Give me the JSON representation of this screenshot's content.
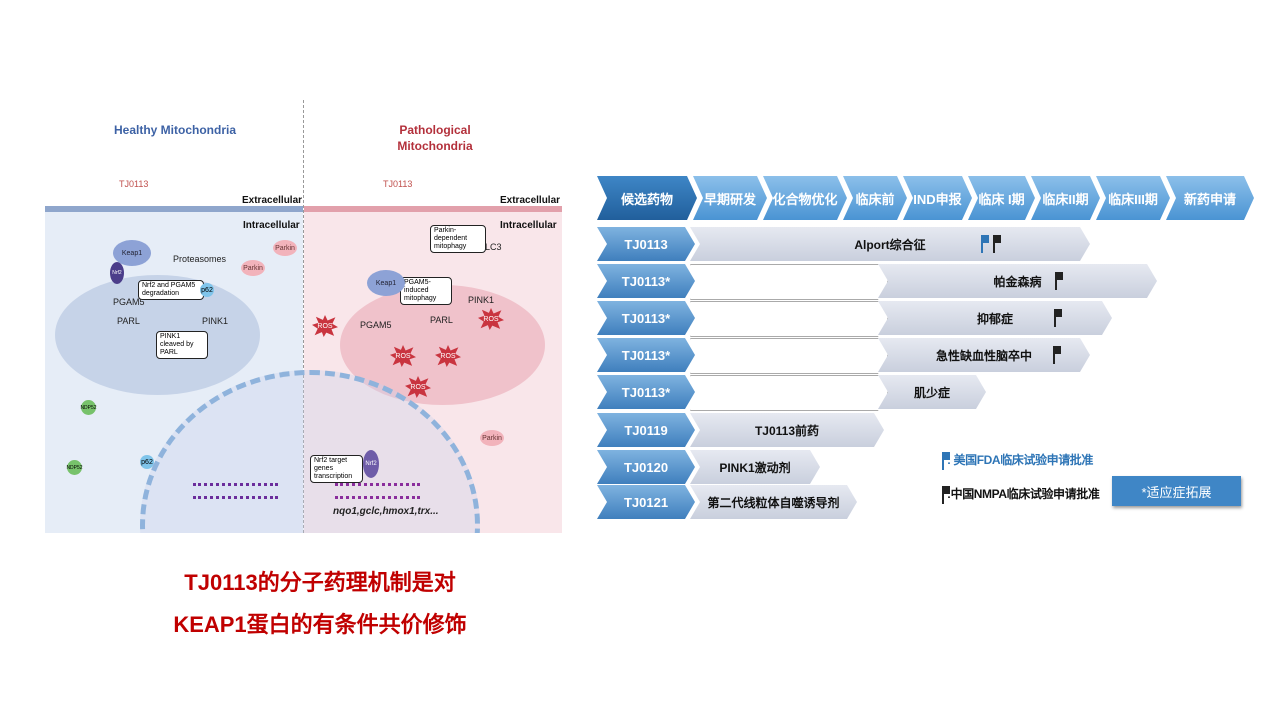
{
  "diagram": {
    "healthy_title": "Healthy Mitochondria",
    "pathological_title": "Pathological Mitochondria",
    "drug": "TJ0113",
    "extracellular": "Extracellular",
    "intracellular": "Intracellular",
    "keap1": "Keap1",
    "nrf2": "Nrf2",
    "pgam5": "PGAM5",
    "parl": "PARL",
    "pink1": "PINK1",
    "proteasomes": "Proteasomes",
    "parkin": "Parkin",
    "p62": "p62",
    "ndp52": "NDP52",
    "ros": "ROS",
    "lc3": "LC3",
    "box_degradation": "Nrf2 and PGAM5 degradation",
    "box_cleaved": "PINK1 cleaved by PARL",
    "box_parkin": "Parkin-dependent mitophagy",
    "box_pgam5": "PGAM5-induced mitophagy",
    "box_transcription": "Nrf2 target genes transcription",
    "genes": "nqo1,gclc,hmox1,trx..."
  },
  "caption": {
    "line1": "TJ0113的分子药理机制是对",
    "line2": "KEAP1蛋白的有条件共价修饰"
  },
  "pipeline": {
    "stages": [
      "候选药物",
      "早期研发",
      "化合物优化",
      "临床前",
      "IND申报",
      "临床 I期",
      "临床II期",
      "临床III期",
      "新药申请"
    ],
    "rows": [
      {
        "drug": "TJ0113",
        "indication": "Alport综合征",
        "flags": [
          "fda",
          "nmpa"
        ]
      },
      {
        "drug": "TJ0113*",
        "indication": "帕金森病",
        "flags": [
          "nmpa"
        ]
      },
      {
        "drug": "TJ0113*",
        "indication": "抑郁症",
        "flags": [
          "nmpa"
        ]
      },
      {
        "drug": "TJ0113*",
        "indication": "急性缺血性脑卒中",
        "flags": [
          "nmpa"
        ]
      },
      {
        "drug": "TJ0113*",
        "indication": "肌少症",
        "flags": []
      },
      {
        "drug": "TJ0119",
        "indication": "TJ0113前药",
        "flags": []
      },
      {
        "drug": "TJ0120",
        "indication": "PINK1激动剂",
        "flags": []
      },
      {
        "drug": "TJ0121",
        "indication": "第二代线粒体自噬诱导剂",
        "flags": []
      }
    ],
    "legend_fda": ": 美国FDA临床试验申请批准",
    "legend_nmpa": ":中国NMPA临床试验申请批准",
    "expansion_button": "*适应症拓展",
    "colors": {
      "fda": "#2e75b6",
      "nmpa": "#222222"
    }
  }
}
